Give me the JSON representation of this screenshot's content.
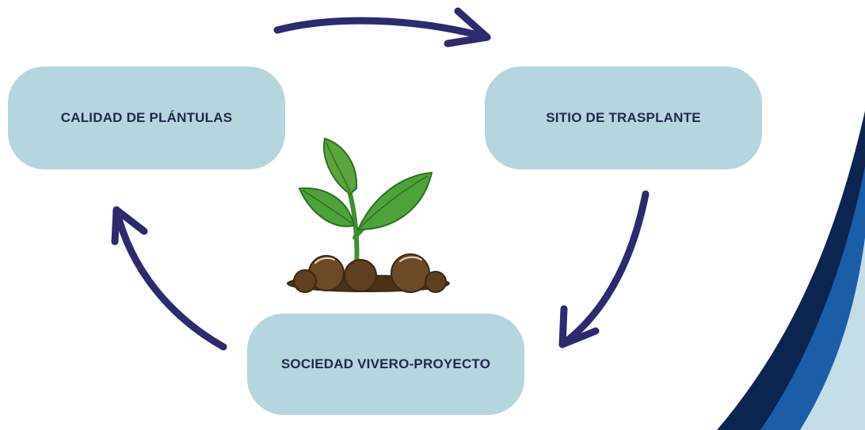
{
  "diagram": {
    "nodes": [
      {
        "id": "quality",
        "label": "CALIDAD DE PLÁNTULAS"
      },
      {
        "id": "site",
        "label": "SITIO DE TRASPLANTE"
      },
      {
        "id": "society",
        "label": "SOCIEDAD VIVERO-PROYECTO"
      }
    ],
    "edges": [
      {
        "from": "quality",
        "to": "site"
      },
      {
        "from": "site",
        "to": "society"
      },
      {
        "from": "society",
        "to": "quality"
      }
    ],
    "center_icon": "seedling-in-soil-icon"
  },
  "colors": {
    "box_fill": "#b5d5df",
    "box_text": "#1e2a4a",
    "arrow": "#2e2a6e",
    "leaf": "#4ea23a",
    "soil": "#5a3d20",
    "corner_dark": "#0c2450",
    "corner_mid": "#1c5da8",
    "corner_light": "#c4dde6"
  }
}
